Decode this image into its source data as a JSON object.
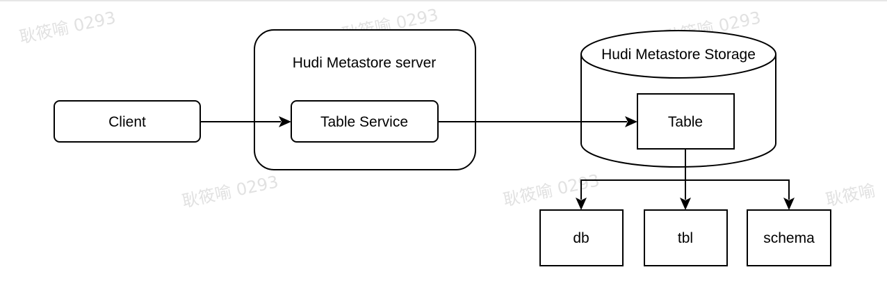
{
  "nodes": {
    "client": "Client",
    "server_container": "Hudi Metastore server",
    "table_service": "Table Service",
    "storage_container": "Hudi Metastore Storage",
    "table": "Table",
    "db": "db",
    "tbl": "tbl",
    "schema": "schema"
  },
  "watermark": {
    "text_full": "耿筱喻 0293",
    "text_short": "耿筱喻"
  }
}
